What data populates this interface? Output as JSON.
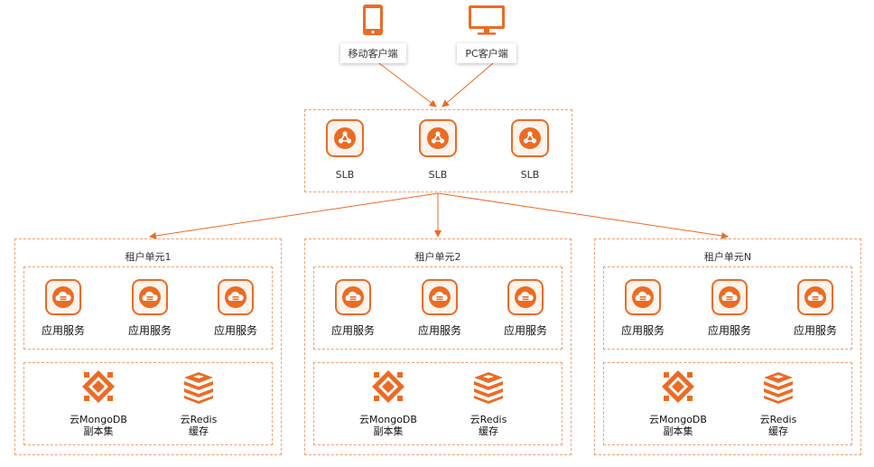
{
  "clients": [
    {
      "label": "移动客户端",
      "icon": "mobile-phone-icon"
    },
    {
      "label": "PC客户端",
      "icon": "monitor-icon"
    }
  ],
  "slb_group": {
    "items": [
      {
        "label": "SLB",
        "icon": "load-balancer-icon"
      },
      {
        "label": "SLB",
        "icon": "load-balancer-icon"
      },
      {
        "label": "SLB",
        "icon": "load-balancer-icon"
      }
    ]
  },
  "tenant_units": [
    {
      "title": "租户单元1",
      "app_services": [
        "应用服务",
        "应用服务",
        "应用服务"
      ],
      "storage": [
        {
          "line1": "云MongoDB",
          "line2": "副本集",
          "icon": "mongodb-icon"
        },
        {
          "line1": "云Redis",
          "line2": "缓存",
          "icon": "redis-icon"
        }
      ]
    },
    {
      "title": "租户单元2",
      "app_services": [
        "应用服务",
        "应用服务",
        "应用服务"
      ],
      "storage": [
        {
          "line1": "云MongoDB",
          "line2": "副本集",
          "icon": "mongodb-icon"
        },
        {
          "line1": "云Redis",
          "line2": "缓存",
          "icon": "redis-icon"
        }
      ]
    },
    {
      "title": "租户单元N",
      "app_services": [
        "应用服务",
        "应用服务",
        "应用服务"
      ],
      "storage": [
        {
          "line1": "云MongoDB",
          "line2": "副本集",
          "icon": "mongodb-icon"
        },
        {
          "line1": "云Redis",
          "line2": "缓存",
          "icon": "redis-icon"
        }
      ]
    }
  ],
  "colors": {
    "accent": "#ec6b24",
    "dashed_border": "#f0a070",
    "tile_fill": "#fff4ec"
  }
}
